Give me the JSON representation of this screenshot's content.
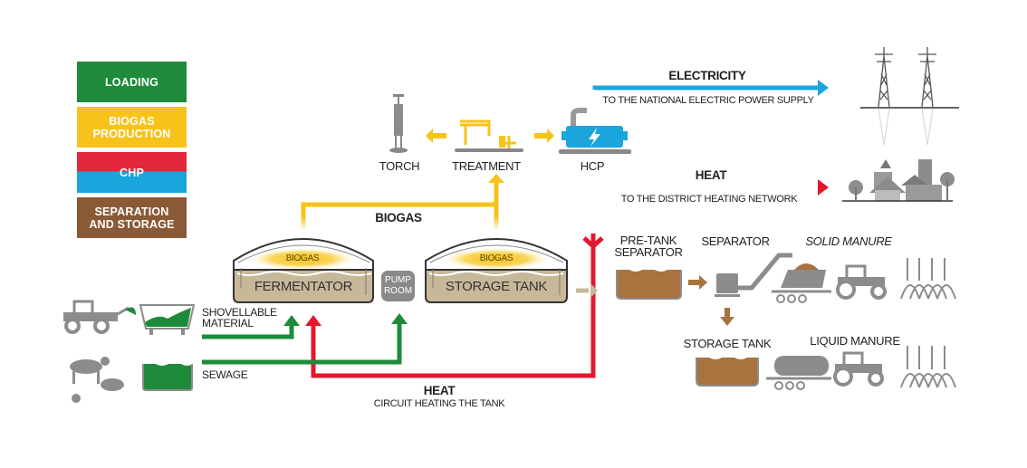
{
  "legend": [
    {
      "label": "LOADING",
      "color": "#1f8b3a"
    },
    {
      "label": "BIOGAS\nPRODUCTION",
      "color": "#f7c31a"
    },
    {
      "label": "CHP",
      "color_top": "#e4263a",
      "color_bottom": "#1aa5dd"
    },
    {
      "label": "SEPARATION\nAND STORAGE",
      "color": "#8a5a36"
    }
  ],
  "colors": {
    "loading": "#1f8b3a",
    "biogas": "#f7c31a",
    "heat": "#e2182f",
    "electricity": "#1aa5dd",
    "separation": "#a8733f",
    "gray": "#8c8c8c",
    "digestate": "#c8b89a"
  },
  "gas_chain": {
    "torch": "TORCH",
    "treatment": "TREATMENT",
    "hcp": "HCP",
    "biogas_label": "BIOGAS"
  },
  "outputs": {
    "electricity_title": "ELECTRICITY",
    "electricity_sub": "TO THE NATIONAL ELECTRIC POWER SUPPLY",
    "heat_title": "HEAT",
    "heat_sub": "TO THE DISTRICT HEATING NETWORK"
  },
  "tanks": {
    "fermentator": "FERMENTATOR",
    "storage_tank": "STORAGE TANK",
    "gas_dome_label": "BIOGAS",
    "pump_room": "PUMP\nROOM"
  },
  "inputs": {
    "shovellable": "SHOVELLABLE\nMATERIAL",
    "sewage": "SEWAGE"
  },
  "heat_circuit": {
    "title": "HEAT",
    "sub": "CIRCUIT HEATING THE TANK"
  },
  "separation": {
    "pre_tank": "PRE-TANK\nSEPARATOR",
    "separator": "SEPARATOR",
    "solid_manure": "SOLID MANURE",
    "storage_tank": "STORAGE TANK",
    "liquid_manure": "LIQUID MANURE"
  }
}
